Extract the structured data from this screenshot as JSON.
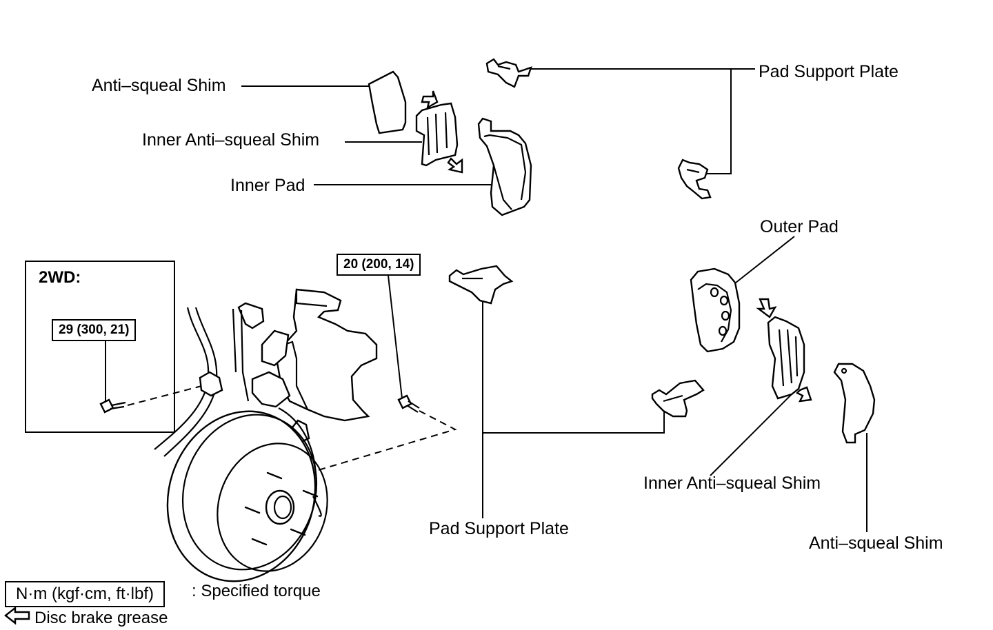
{
  "labels": {
    "anti_squeal_shim_top": "Anti–squeal Shim",
    "inner_anti_squeal_shim_top": "Inner Anti–squeal Shim",
    "inner_pad": "Inner Pad",
    "pad_support_plate_top": "Pad Support Plate",
    "outer_pad": "Outer Pad",
    "inner_anti_squeal_shim_bottom": "Inner Anti–squeal Shim",
    "anti_squeal_shim_bottom": "Anti–squeal Shim",
    "pad_support_plate_bottom": "Pad Support Plate"
  },
  "inset": {
    "title": "2WD:",
    "torque": "29 (300, 21)"
  },
  "torque_main": "20 (200, 14)",
  "legend": {
    "units_box": "N·m (kgf·cm, ft·lbf)",
    "units_desc": ": Specified torque",
    "grease": "Disc brake grease"
  }
}
